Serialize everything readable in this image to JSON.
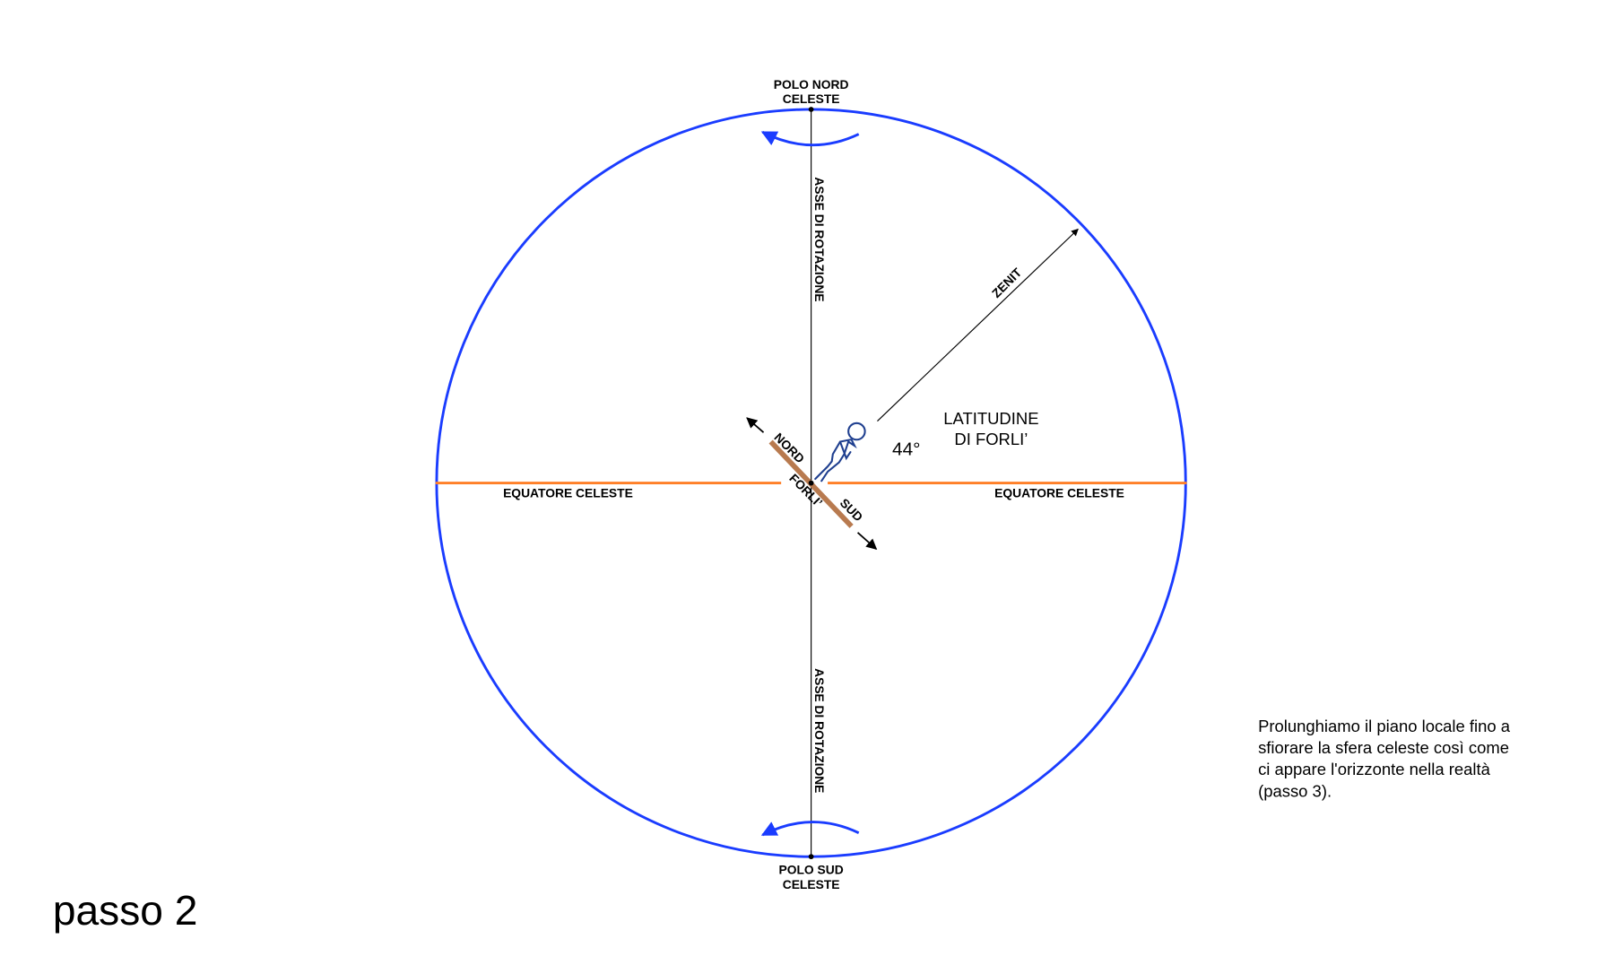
{
  "title": "passo 2",
  "poles": {
    "north": [
      "POLO NORD",
      "CELESTE"
    ],
    "south": [
      "POLO SUD",
      "CELESTE"
    ]
  },
  "axis_label": "ASSE DI ROTAZIONE",
  "equator_label": "EQUATORE CELESTE",
  "zenith_label": "ZENIT",
  "horizon": {
    "north": "NORD",
    "place": "FORLI’",
    "south": "SUD"
  },
  "latitude": {
    "value": "44°",
    "label_line1": "LATITUDINE",
    "label_line2": "DI FORLI’"
  },
  "note": [
    "Prolunghiamo il piano locale fino a",
    "sfiorare la sfera celeste così come",
    "ci appare l'orizzonte nella realtà",
    "(passo 3)."
  ],
  "colors": {
    "sphere": "#1a3cff",
    "equator": "#ff7f27",
    "horizon": "#b87a4f",
    "figure": "#1f3f8f"
  }
}
